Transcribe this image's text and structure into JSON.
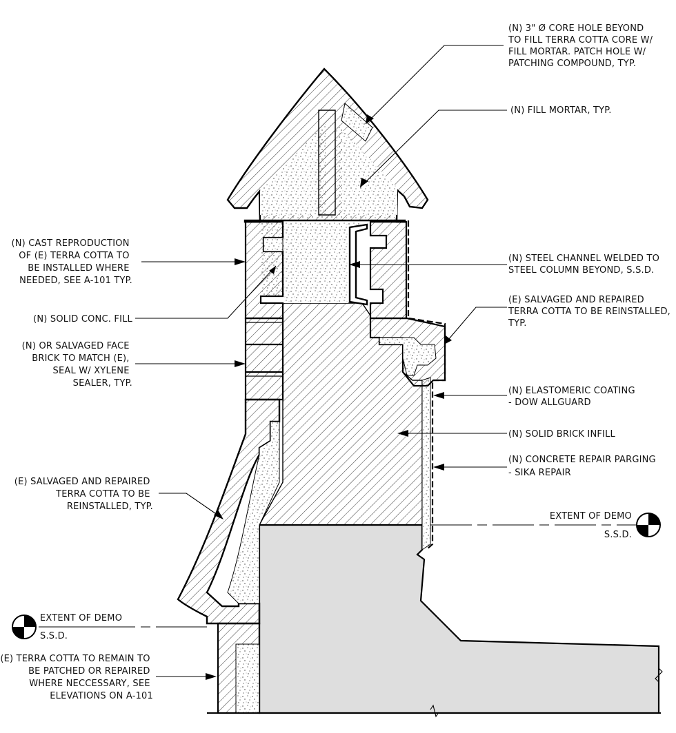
{
  "notes": {
    "core_hole": [
      "(N) 3\" Ø CORE HOLE BEYOND",
      "TO FILL TERRA COTTA CORE W/",
      "FILL MORTAR. PATCH HOLE W/",
      "PATCHING COMPOUND, TYP."
    ],
    "fill_mortar": [
      "(N) FILL MORTAR, TYP."
    ],
    "cast_reproduction": [
      "(N) CAST REPRODUCTION",
      "OF (E) TERRA COTTA TO",
      "BE INSTALLED WHERE",
      "NEEDED, SEE A-101 TYP."
    ],
    "steel_channel": [
      "(N) STEEL CHANNEL WELDED TO",
      "STEEL COLUMN BEYOND, S.S.D."
    ],
    "solid_conc_fill": [
      "(N) SOLID CONC. FILL"
    ],
    "salvaged_upper": [
      "(E) SALVAGED AND REPAIRED",
      "TERRA COTTA TO BE REINSTALLED,",
      "TYP."
    ],
    "face_brick": [
      "(N) OR SALVAGED FACE",
      "BRICK TO MATCH (E),",
      "SEAL W/ XYLENE",
      "SEALER, TYP."
    ],
    "elastomeric": [
      "(N) ELASTOMERIC COATING",
      "- DOW ALLGUARD"
    ],
    "brick_infill": [
      "(N) SOLID BRICK INFILL"
    ],
    "parging": [
      "(N) CONCRETE REPAIR PARGING",
      "- SIKA REPAIR"
    ],
    "salvaged_lower": [
      "(E) SALVAGED AND REPAIRED",
      "TERRA COTTA TO BE",
      "REINSTALLED, TYP."
    ],
    "remain": [
      "(E) TERRA COTTA TO REMAIN TO",
      "BE PATCHED OR REPAIRED",
      "WHERE NECCESSARY, SEE",
      "ELEVATIONS ON A-101"
    ]
  },
  "markers": {
    "right": {
      "title": "EXTENT OF DEMO",
      "sub": "S.S.D."
    },
    "left": {
      "title": "EXTENT OF DEMO",
      "sub": "S.S.D."
    }
  },
  "colors": {
    "ink": "#000000",
    "concrete": "#dedede",
    "paper": "#ffffff"
  }
}
